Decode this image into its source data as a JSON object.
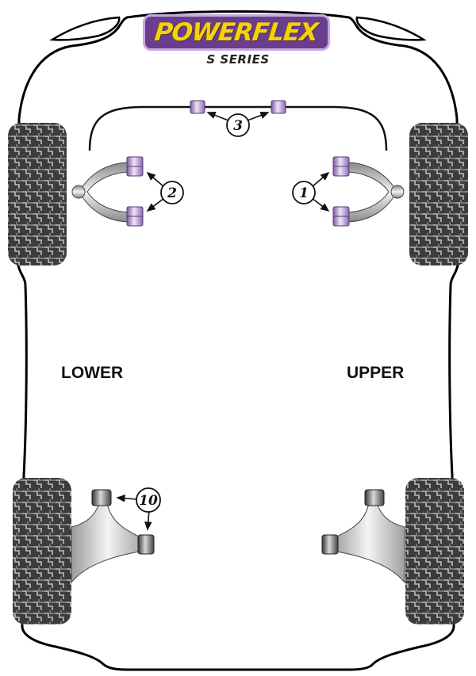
{
  "brand": {
    "logo_text": "POWERFLEX",
    "series_title": "S SERIES",
    "colors": {
      "logo_bg": "#6a3d8e",
      "logo_text": "#f5d20a",
      "bush": "#b89ad6",
      "tyre": "#3c3c3c"
    }
  },
  "diagram": {
    "section_labels": {
      "lower": "LOWER",
      "upper": "UPPER"
    },
    "callouts": [
      {
        "id": "callout-1",
        "number": "1",
        "target": "front-right-upper-arm-bushes"
      },
      {
        "id": "callout-2",
        "number": "2",
        "target": "front-left-upper-arm-bushes"
      },
      {
        "id": "callout-3",
        "number": "3",
        "target": "anti-roll-bar-bushes"
      },
      {
        "id": "callout-10",
        "number": "10",
        "target": "rear-left-lower-arm-bushes"
      }
    ],
    "icons": {
      "tyre": "tyre-icon",
      "bush": "bush-icon",
      "arm": "wishbone-arm-icon",
      "arrow": "arrow-icon"
    }
  }
}
